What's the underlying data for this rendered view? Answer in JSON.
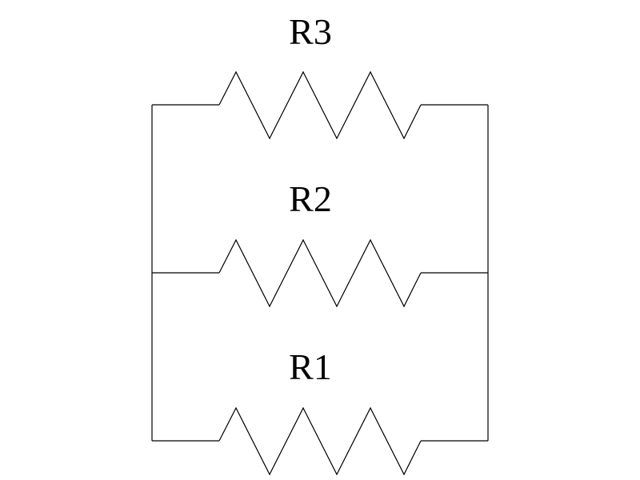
{
  "circuit": {
    "resistors": [
      {
        "label": "R3"
      },
      {
        "label": "R2"
      },
      {
        "label": "R1"
      }
    ],
    "colors": {
      "background": "#ffffff",
      "stroke": "#000000"
    }
  }
}
